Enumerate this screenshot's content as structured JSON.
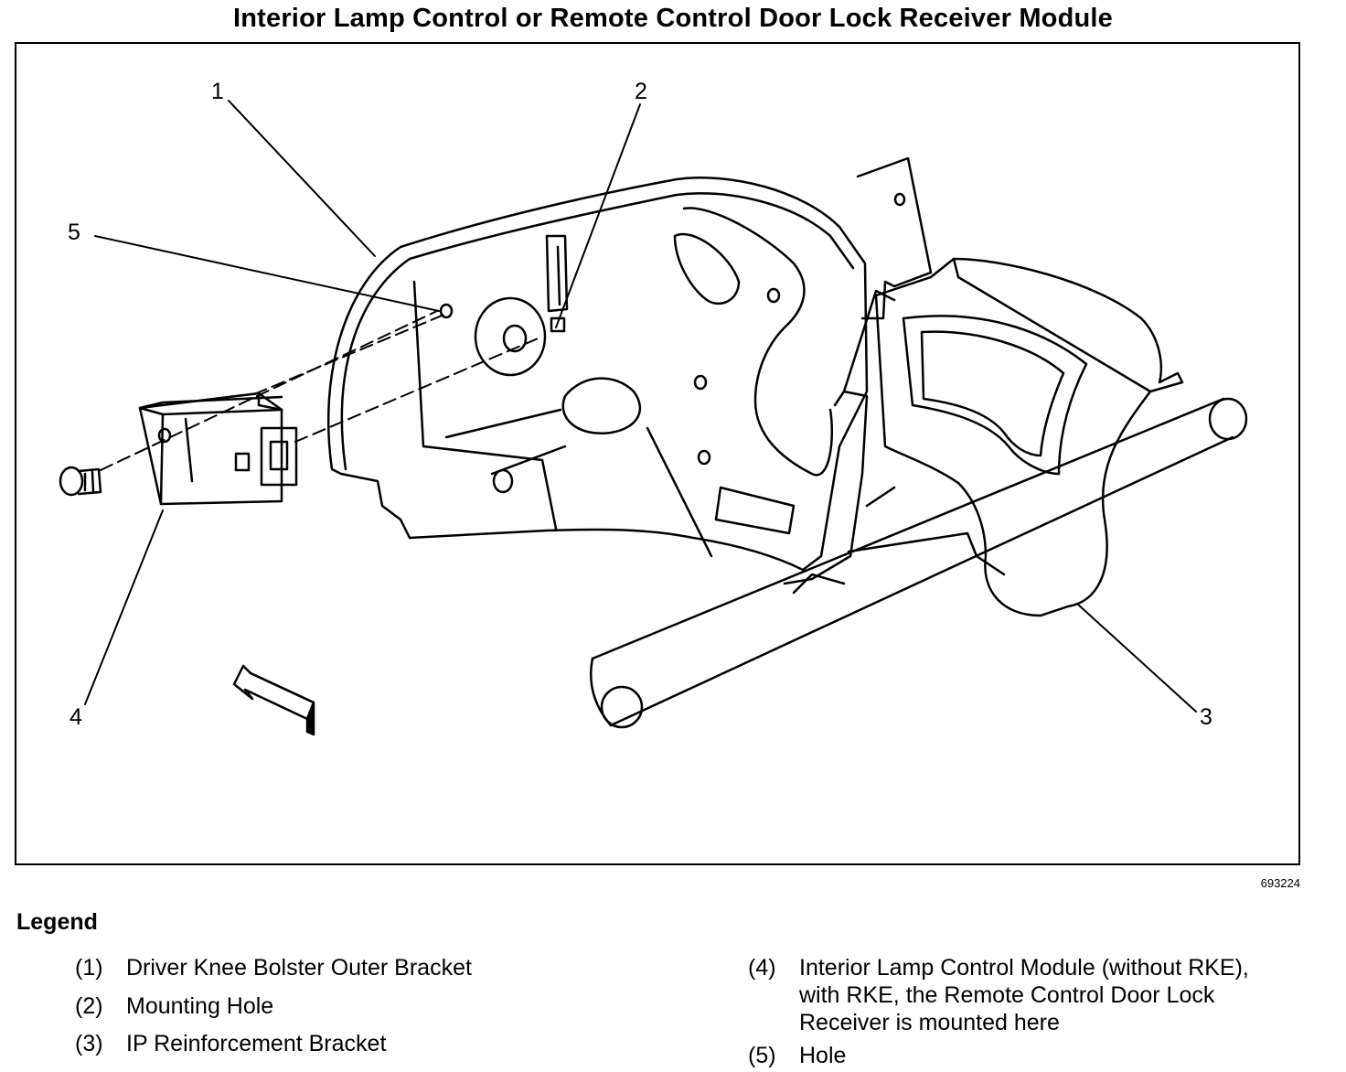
{
  "title": "Interior Lamp Control or Remote Control Door Lock Receiver Module",
  "figure_id": "693224",
  "callouts": [
    "1",
    "2",
    "3",
    "4",
    "5"
  ],
  "legend": {
    "title": "Legend",
    "items": [
      {
        "num": "(1)",
        "lines": [
          "Driver Knee Bolster Outer Bracket"
        ]
      },
      {
        "num": "(2)",
        "lines": [
          "Mounting Hole"
        ]
      },
      {
        "num": "(3)",
        "lines": [
          "IP Reinforcement Bracket"
        ]
      },
      {
        "num": "(4)",
        "lines": [
          "Interior Lamp Control Module (without RKE),",
          "with RKE, the Remote Control Door Lock",
          "Receiver is mounted here"
        ]
      },
      {
        "num": "(5)",
        "lines": [
          "Hole"
        ]
      }
    ]
  }
}
